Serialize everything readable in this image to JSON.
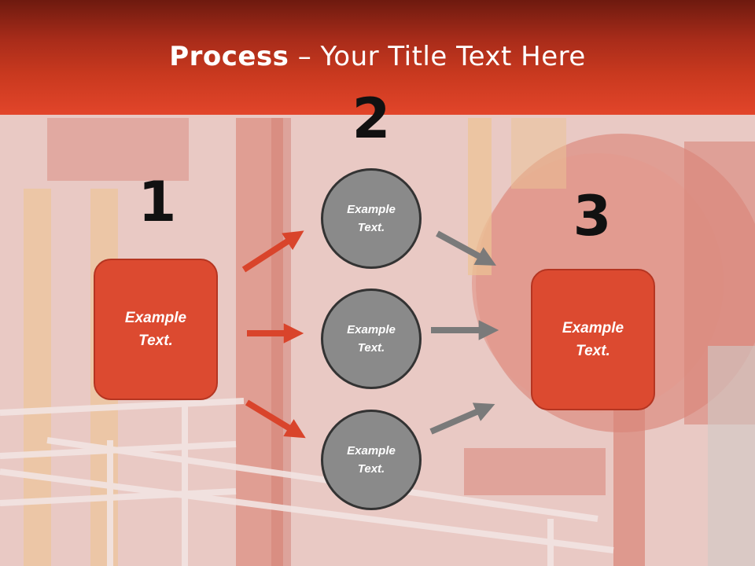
{
  "title": {
    "bold": "Process",
    "rest": " – Your Title Text Here"
  },
  "steps": {
    "one": "1",
    "two": "2",
    "three": "3"
  },
  "box_left": {
    "line1": "Example",
    "line2": "Text."
  },
  "box_right": {
    "line1": "Example",
    "line2": "Text."
  },
  "circles": [
    {
      "line1": "Example",
      "line2": "Text."
    },
    {
      "line1": "Example",
      "line2": "Text."
    },
    {
      "line1": "Example",
      "line2": "Text."
    }
  ],
  "colors": {
    "accent": "#dc4a30",
    "circle": "#8a8a8a",
    "arrow_gray": "#7a7a7a"
  }
}
